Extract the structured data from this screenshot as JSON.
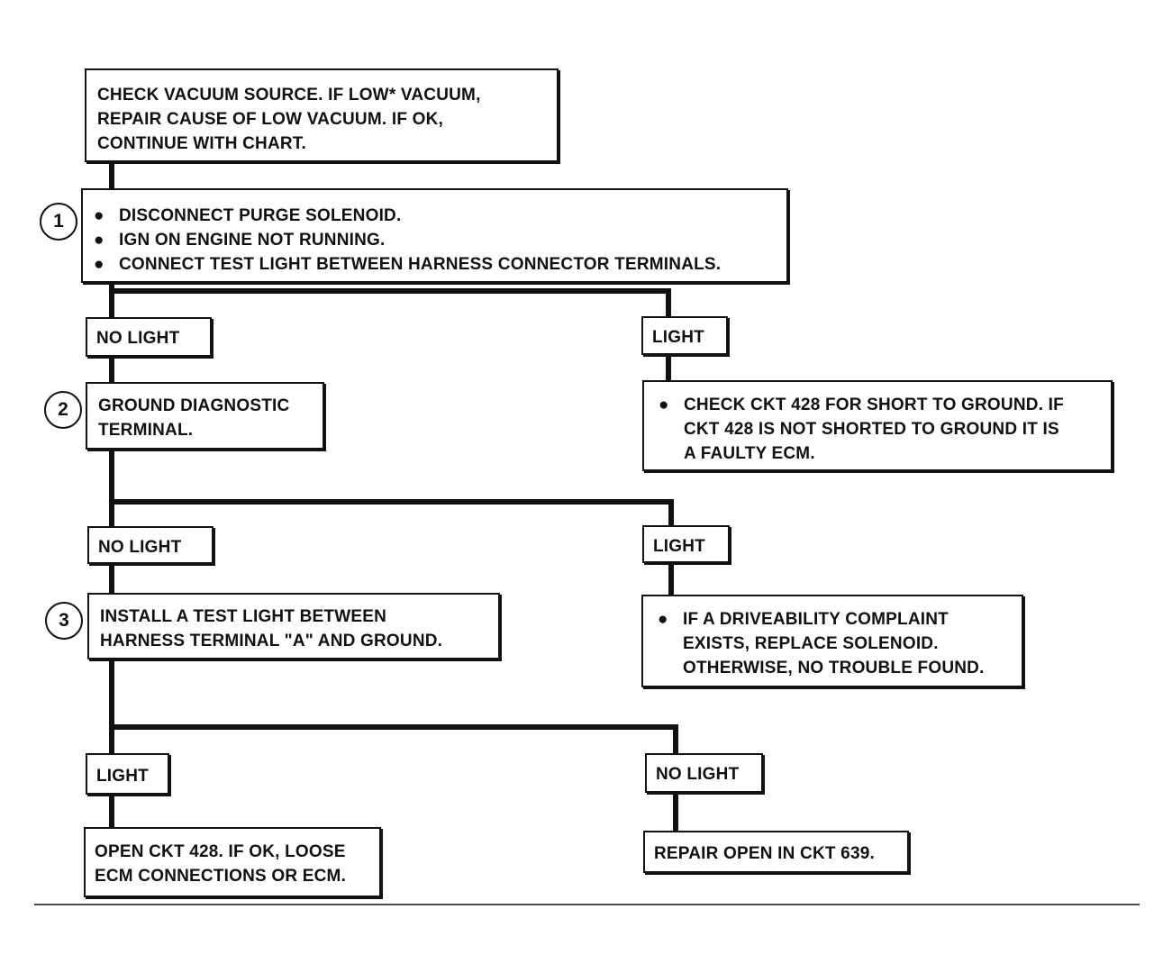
{
  "steps": {
    "start": {
      "lines": [
        "CHECK VACUUM SOURCE.  IF LOW* VACUUM,",
        "REPAIR CAUSE OF LOW  VACUUM.  IF OK,",
        "CONTINUE WITH CHART."
      ]
    },
    "step1": {
      "marker": "1",
      "bullet": "●",
      "items": [
        "DISCONNECT PURGE SOLENOID.",
        "IGN ON ENGINE NOT RUNNING.",
        "CONNECT TEST LIGHT BETWEEN HARNESS CONNECTOR TERMINALS."
      ]
    },
    "step2": {
      "marker": "2",
      "lines": [
        "GROUND DIAGNOSTIC",
        "TERMINAL."
      ]
    },
    "step3": {
      "marker": "3",
      "lines": [
        "INSTALL A TEST LIGHT BETWEEN",
        "HARNESS TERMINAL \"A\" AND GROUND."
      ]
    }
  },
  "branches": {
    "b1_left": "NO LIGHT",
    "b1_right": "LIGHT",
    "b2_left": "NO LIGHT",
    "b2_right": "LIGHT",
    "b3_left": "LIGHT",
    "b3_right": "NO LIGHT"
  },
  "results": {
    "r1_right": {
      "bullet": "●",
      "lines": [
        "CHECK CKT 428 FOR SHORT TO GROUND.  IF",
        "CKT 428 IS NOT SHORTED TO GROUND IT IS",
        "A FAULTY ECM."
      ]
    },
    "r2_right": {
      "bullet": "●",
      "lines": [
        "IF A DRIVEABILITY COMPLAINT",
        "EXISTS, REPLACE SOLENOID.",
        "OTHERWISE, NO TROUBLE FOUND."
      ]
    },
    "r3_left": {
      "lines": [
        "OPEN CKT 428.  IF OK, LOOSE",
        "ECM CONNECTIONS OR ECM."
      ]
    },
    "r3_right": {
      "lines": [
        "REPAIR OPEN IN CKT 639."
      ]
    }
  },
  "colors": {
    "ink": "#111111",
    "paper": "#ffffff"
  }
}
